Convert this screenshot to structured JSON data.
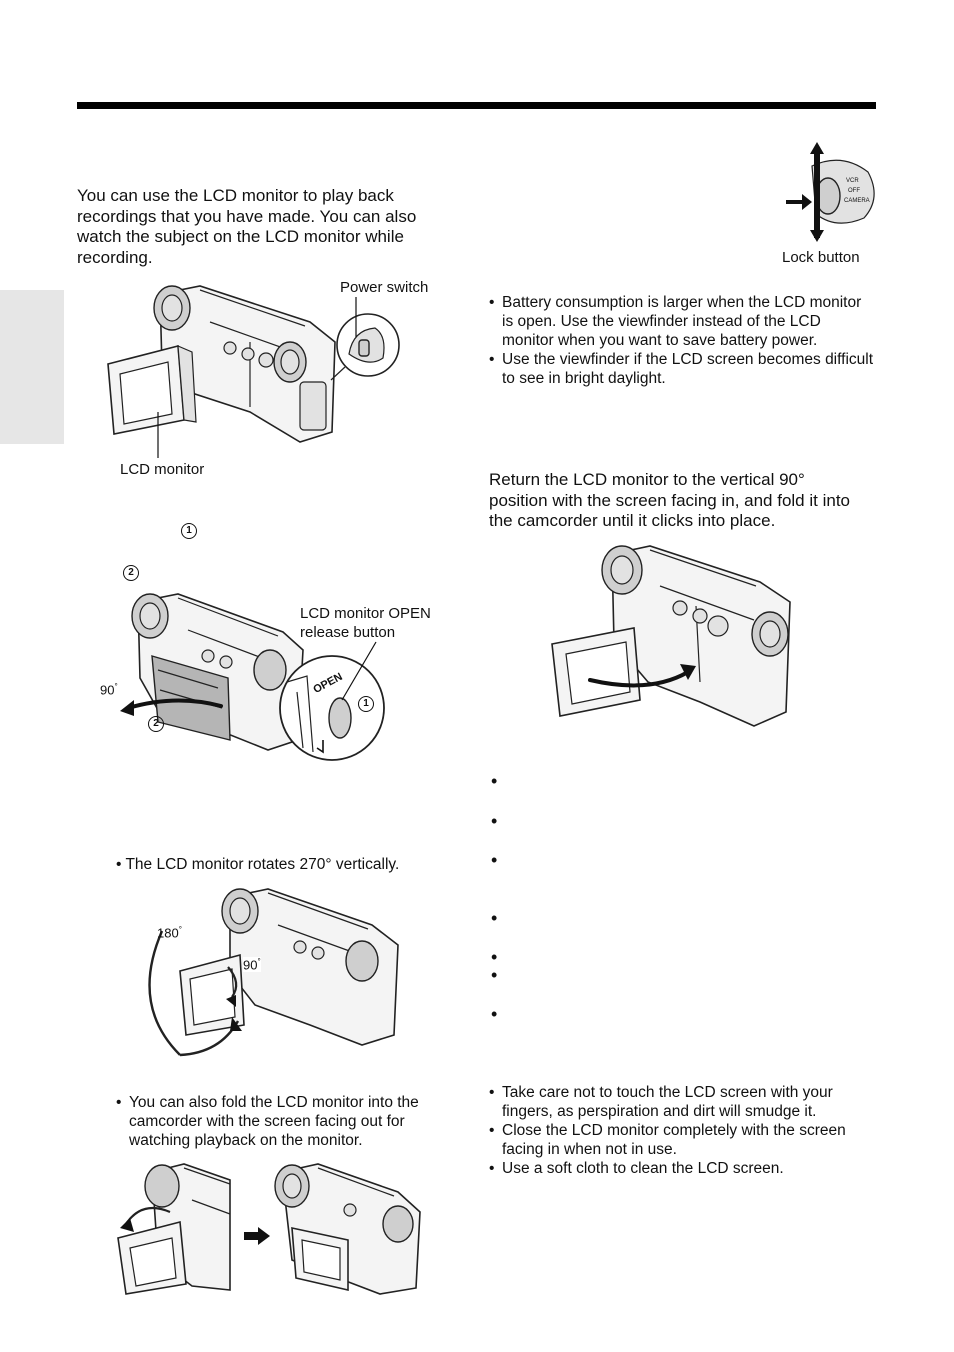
{
  "intro": {
    "text": "You can use the LCD monitor to play back recordings that you have made. You can also watch the subject on the LCD monitor while recording."
  },
  "labels": {
    "power_switch": "Power switch",
    "lcd_monitor": "LCD monitor",
    "lock_button": "Lock button",
    "lcd_open_release_line1": "LCD monitor OPEN",
    "lcd_open_release_line2": "release button",
    "open_text": "OPEN",
    "angle_90": "90",
    "angle_180": "180",
    "degree": "°",
    "dial_vcr": "VCR",
    "dial_off": "OFF",
    "dial_camera": "CAMERA"
  },
  "steps": {
    "one": "1",
    "two": "2"
  },
  "notes_battery": [
    "Battery consumption is larger when the LCD monitor is open. Use the viewfinder instead of the LCD monitor when you want to save battery power.",
    "Use the viewfinder if the LCD screen becomes difficult to see in bright daylight."
  ],
  "rotate_note": "The LCD monitor rotates 270° vertically.",
  "fold_note": "You can also fold the LCD monitor into the camcorder with the screen facing out for watching playback on the monitor.",
  "close_para": "Return the LCD monitor to the vertical 90° position with the screen facing in, and fold it into the camcorder until it clicks into place.",
  "bullet_char": "•",
  "notes_care": [
    "Take care not to touch the LCD screen with your fingers, as perspiration and dirt will smudge it.",
    "Close the LCD monitor completely with the screen facing in when not in use.",
    "Use a soft cloth to clean the LCD screen."
  ]
}
